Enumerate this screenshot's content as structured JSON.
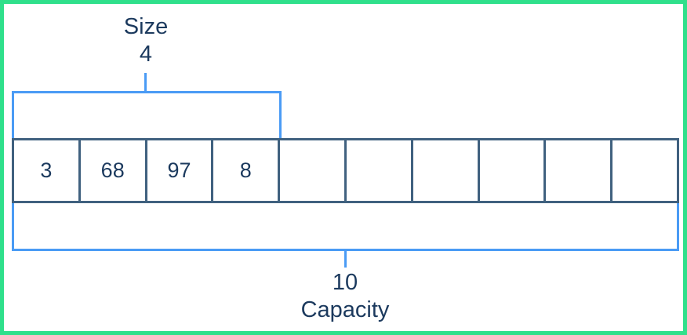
{
  "diagram": {
    "title": "Dynamic array size and capacity diagram",
    "colors": {
      "frame_green": "#2FE08B",
      "bracket_blue": "#4A9BF5",
      "cell_border_navy": "#40617F",
      "text_navy": "#1C3A5E",
      "cell_fill": "#ffffff"
    },
    "size_annotation": {
      "caption": "Size",
      "value": "4"
    },
    "capacity_annotation": {
      "value": "10",
      "caption": "Capacity"
    },
    "array": {
      "capacity": 10,
      "size": 4,
      "cells": [
        {
          "index": 0,
          "value": "3",
          "filled": true
        },
        {
          "index": 1,
          "value": "68",
          "filled": true
        },
        {
          "index": 2,
          "value": "97",
          "filled": true
        },
        {
          "index": 3,
          "value": "8",
          "filled": true
        },
        {
          "index": 4,
          "value": "",
          "filled": false
        },
        {
          "index": 5,
          "value": "",
          "filled": false
        },
        {
          "index": 6,
          "value": "",
          "filled": false
        },
        {
          "index": 7,
          "value": "",
          "filled": false
        },
        {
          "index": 8,
          "value": "",
          "filled": false
        },
        {
          "index": 9,
          "value": "",
          "filled": false
        }
      ]
    }
  }
}
